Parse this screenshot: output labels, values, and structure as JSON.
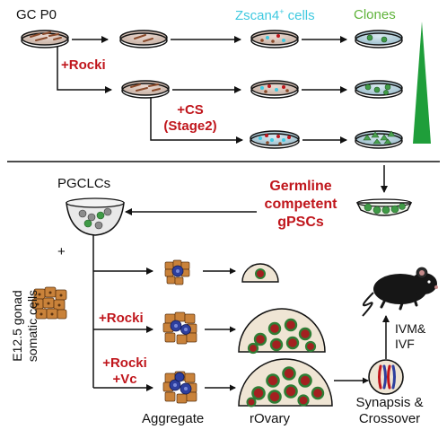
{
  "top": {
    "gc_p0": "GC P0",
    "zscan4_prefix": "Zscan4",
    "zscan4_sup": "+",
    "zscan4_suffix": " cells",
    "clones": "Clones",
    "rocki": "+Rocki",
    "cs": "+CS",
    "stage2": "(Stage2)"
  },
  "bottom": {
    "pgclcs": "PGCLCs",
    "germline_lines": [
      "Germline",
      "competent",
      "gPSCs"
    ],
    "plus_sign": "+",
    "gonad_lines": [
      "E12.5 gonad",
      "somatic cells"
    ],
    "rocki": "+Rocki",
    "rocki_vc_lines": [
      "+Rocki",
      "+Vc"
    ],
    "aggregate": "Aggregate",
    "rovary": "rOvary",
    "synapsis_lines": [
      "Synapsis &",
      "Crossover"
    ],
    "ivm_lines": [
      "IVM&",
      "IVF"
    ]
  },
  "colors": {
    "red": "#c0161c",
    "cyan": "#3fc9e0",
    "green": "#5fb33a",
    "dish_pink": "#e7cfc4",
    "dish_blue": "#c5dbe6",
    "cell_brown": "#c9823a",
    "nucleus_blue": "#2e3f9e",
    "rovary_fill": "#efe5d4",
    "oocyte_green": "#2f7d35",
    "oocyte_red": "#a32020"
  },
  "icons": [
    "petri-dish-icon",
    "well-icon",
    "mouse-icon",
    "chromosome-icon",
    "cell-cluster-icon",
    "gradient-wedge-icon"
  ]
}
